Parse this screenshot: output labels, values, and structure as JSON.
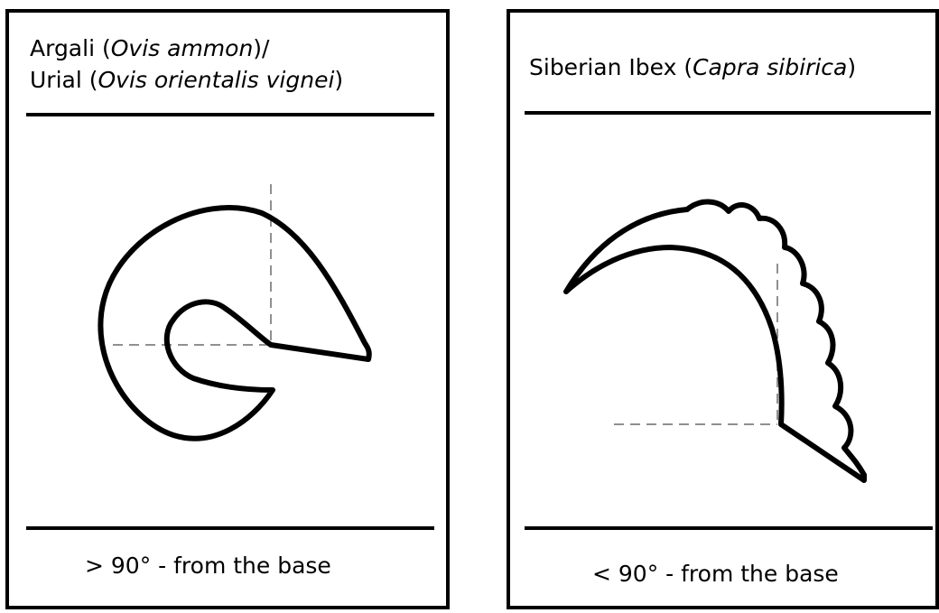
{
  "left_panel": {
    "title_line1_plain": "Argali (",
    "title_line1_italic": "Ovis ammon",
    "title_line1_end": ")/",
    "title_line2_plain": "Urial (",
    "title_line2_italic": "Ovis orientalis vignei",
    "title_line2_end": ")",
    "footer": "> 90° - from the base",
    "icon": "spiral-horn"
  },
  "right_panel": {
    "title_plain": "Siberian Ibex (",
    "title_italic": "Capra sibirica",
    "title_end": ")",
    "footer": "< 90° - from the base",
    "icon": "curved-ridged-horn"
  },
  "colors": {
    "stroke": "#000000",
    "guide": "#6b6b6b",
    "background": "#ffffff"
  }
}
